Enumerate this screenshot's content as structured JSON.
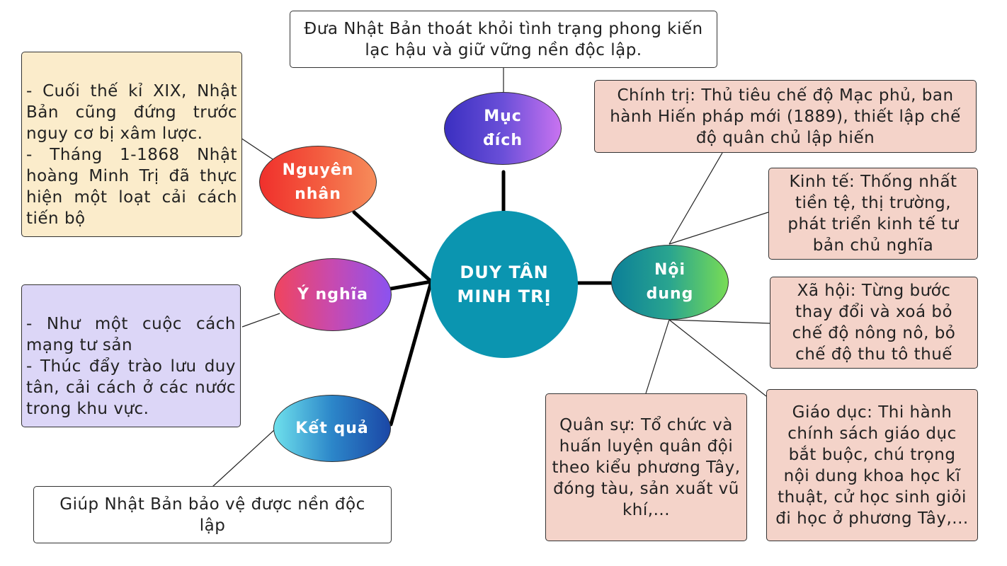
{
  "central": {
    "label": "DUY TÂN\nMINH TRỊ"
  },
  "nodes": {
    "muc_dich": "Mục\nđích",
    "nguyen_nhan": "Nguyên\nnhân",
    "y_nghia": "Ý nghĩa",
    "ket_qua": "Kết quả",
    "noi_dung": "Nội\ndung"
  },
  "boxes": {
    "muc_dich": "Đưa Nhật Bản thoát khỏi tình trạng phong kiến lạc hậu và giữ vững nền độc lập.",
    "nguyen_nhan": "- Cuối thế kỉ XIX, Nhật Bản cũng đứng trước nguy cơ bị xâm lược.\n- Tháng 1-1868 Nhật hoàng Minh Trị đã thực hiện một loạt cải cách tiến bộ",
    "y_nghia": "- Như một cuộc cách mạng tư sản\n- Thúc đẩy trào lưu duy tân, cải cách ở các nước trong khu vực.",
    "ket_qua": "Giúp Nhật Bản bảo vệ được nền độc lập",
    "chinh_tri": "Chính trị: Thủ tiêu chế độ Mạc phủ, ban hành Hiến pháp mới (1889), thiết lập chế độ quân chủ lập hiến",
    "kinh_te": "Kinh tế: Thống nhất tiền tệ, thị trường, phát triển kinh tế tư bản chủ nghĩa",
    "xa_hoi": "Xã hội: Từng bước thay đổi và xoá bỏ chế độ nông nô, bỏ chế độ thu tô thuế",
    "quan_su": "Quân sự: Tổ chức và huấn luyện quân đội theo kiểu phương Tây, đóng tàu, sản xuất vũ khí,...",
    "giao_duc": "Giáo dục: Thi hành chính sách giáo dục bắt buộc, chú trọng nội dung khoa học kĩ thuật, cử học sinh giỏi đi học ở phương Tây,..."
  },
  "colors": {
    "central": "#0b95b0",
    "reason_box": "#fbeccb",
    "meaning_box": "#dcd6f7",
    "content_box": "#f4d3c9",
    "white_box": "#ffffff"
  }
}
